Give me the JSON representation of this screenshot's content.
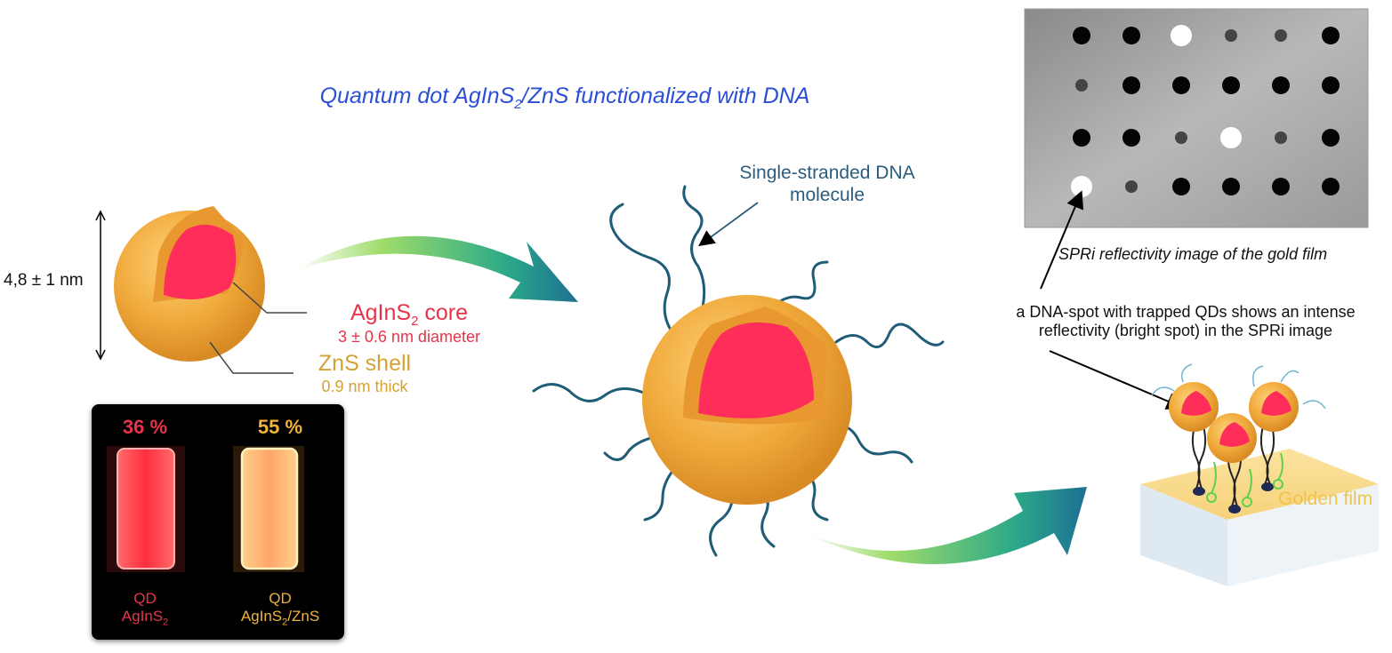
{
  "title": {
    "text": "Quantum dot AgInS",
    "sub": "2",
    "tail": "/ZnS functionalized with DNA"
  },
  "dimension_label": "4,8 ± 1 nm",
  "core": {
    "label": "AgInS",
    "label_sub": "2",
    "label_tail": " core",
    "detail": "3 ± 0.6 nm diameter"
  },
  "shell": {
    "label": "ZnS shell",
    "detail": "0.9 nm thick"
  },
  "photo": {
    "left": {
      "percent": "36 %",
      "line1": "QD",
      "line2": "AgInS",
      "line2_sub": "2",
      "line2_tail": ""
    },
    "right": {
      "percent": "55 %",
      "line1": "QD",
      "line2": "AgInS",
      "line2_sub": "2",
      "line2_tail": "/ZnS"
    }
  },
  "dna_label": {
    "line1": "Single-stranded DNA",
    "line2": "molecule"
  },
  "spri_caption": "SPRi reflectivity image of the gold film",
  "spot_caption": {
    "line1": "a DNA-spot with trapped QDs shows an intense",
    "line2": "reflectivity (bright spot) in the SPRi image"
  },
  "film_label": "Golden film",
  "colors": {
    "title": "#2a4fd6",
    "core": "#e8334a",
    "shell": "#d5a232",
    "dna": "#2a5d7d",
    "shell_fill": "#f0b33c",
    "core_fill": "#ff2d5a"
  }
}
